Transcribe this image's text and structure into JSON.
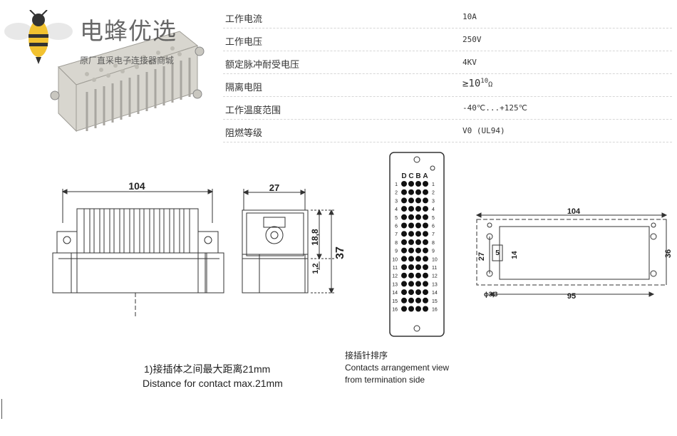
{
  "logo": {
    "name": "电蜂优选",
    "tagline": "原厂直采电子连接器商城"
  },
  "specs": [
    {
      "label": "工作电流",
      "value": "10A"
    },
    {
      "label": "工作电压",
      "value": "250V"
    },
    {
      "label": "额定脉冲耐受电压",
      "value": "4KV"
    },
    {
      "label": "隔离电阻",
      "value_prefix": "≥10",
      "value_exp": "10",
      "value_unit": "Ω"
    },
    {
      "label": "工作温度范围",
      "value": "-40℃...+125℃"
    },
    {
      "label": "阻燃等级",
      "value": "V0 (UL94)"
    }
  ],
  "front_view": {
    "width_dim": "104"
  },
  "side_view": {
    "width_dim": "27",
    "dim_18_8": "18,8",
    "dim_37": "37",
    "dim_1_2": "1,2"
  },
  "contact_view": {
    "columns": [
      "D",
      "C",
      "B",
      "A"
    ],
    "rows": [
      "1",
      "2",
      "3",
      "4",
      "5",
      "6",
      "7",
      "8",
      "9",
      "10",
      "11",
      "12",
      "13",
      "14",
      "15",
      "16"
    ]
  },
  "cutout_view": {
    "dim_104": "104",
    "dim_95": "95",
    "dim_27": "27",
    "dim_36": "36",
    "dim_5": "5",
    "dim_14": "14",
    "dim_hole": "ɸ3,3"
  },
  "captions": {
    "distance_cn": "1)接插体之间最大距离21mm",
    "distance_en": "Distance for contact max.21mm",
    "arrangement_cn": "接插针排序",
    "arrangement_en_1": "Contacts arrangement view",
    "arrangement_en_2": "from termination side"
  }
}
